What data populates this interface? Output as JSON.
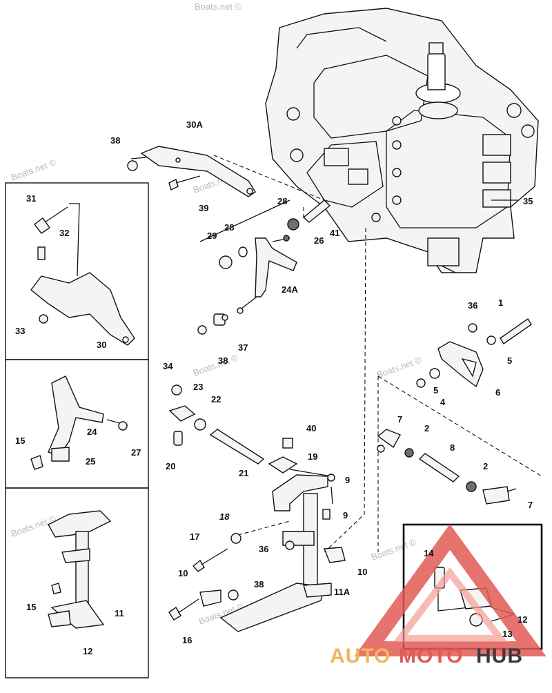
{
  "watermarks": [
    "Boats.net ©",
    "Boats.net ©",
    "Boats.net ©",
    "Boats.net ©",
    "Boats.net ©",
    "Boats.net ©",
    "Boats.net ©",
    "Boats.net ©"
  ],
  "logo": {
    "word1": "AUTO",
    "word2": "MOTO",
    "word3": "HUB",
    "color1": "#f0b560",
    "color2": "#e25a55",
    "color3": "#3a3a3a"
  },
  "callouts": {
    "c30A": "30A",
    "c38a": "38",
    "c39": "39",
    "c31": "31",
    "c32": "32",
    "c33": "33",
    "c30": "30",
    "c28a": "28",
    "c41": "41",
    "c35": "35",
    "c29": "29",
    "c28b": "28",
    "c26": "26",
    "c24A": "24A",
    "c37": "37",
    "c38b": "38",
    "c36a": "36",
    "c1": "1",
    "c5a": "5",
    "c5b": "5",
    "c6": "6",
    "c4": "4",
    "c34": "34",
    "c23": "23",
    "c22": "22",
    "c24": "24",
    "c27": "27",
    "c15a": "15",
    "c25": "25",
    "c20": "20",
    "c21": "21",
    "c40": "40",
    "c19": "19",
    "c7a": "7",
    "c2a": "2",
    "c8": "8",
    "c2b": "2",
    "c7b": "7",
    "c9a": "9",
    "c9b": "9",
    "c17": "17",
    "c18": "18",
    "c36b": "36",
    "c10a": "10",
    "c10b": "10",
    "c11A": "11A",
    "c38c": "38",
    "c16": "16",
    "c15b": "15",
    "c11": "11",
    "c12a": "12",
    "c14": "14",
    "c12b": "12",
    "c13": "13"
  }
}
